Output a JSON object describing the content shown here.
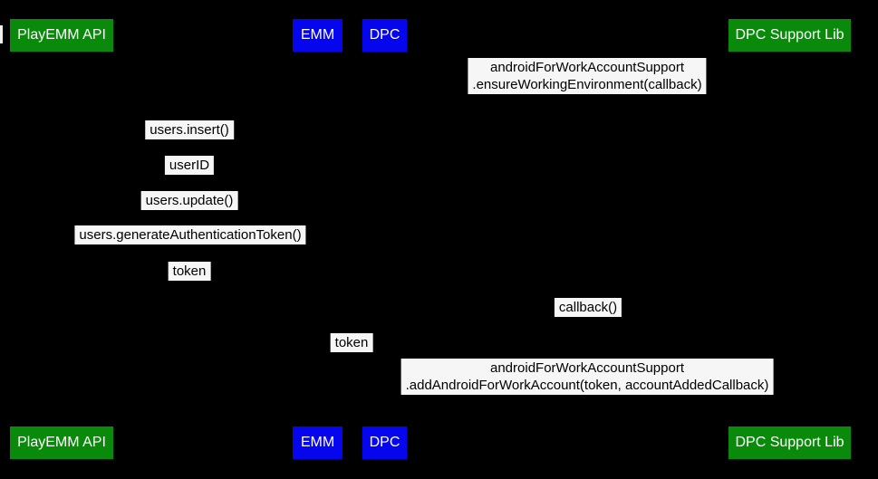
{
  "diagram": {
    "type": "sequence-diagram",
    "background_color": "#000000",
    "actor_green": "#0a8a0a",
    "actor_blue": "#0505ee",
    "message_label_bg": "#f6f6f6",
    "message_text_color": "#000000",
    "actor_text_color": "#ffffff"
  },
  "actors": [
    {
      "id": "playemm-api",
      "label": "PlayEMM API",
      "color": "green"
    },
    {
      "id": "emm",
      "label": "EMM",
      "color": "blue"
    },
    {
      "id": "dpc",
      "label": "DPC",
      "color": "blue"
    },
    {
      "id": "dpc-support-lib",
      "label": "DPC Support Lib",
      "color": "green"
    }
  ],
  "messages": [
    {
      "between": "dpc / dpc-support-lib",
      "lines": [
        "androidForWorkAccountSupport",
        ".ensureWorkingEnvironment(callback)"
      ]
    },
    {
      "between": "emm / playemm-api",
      "lines": [
        "users.insert()"
      ]
    },
    {
      "between": "emm / playemm-api",
      "lines": [
        "userID"
      ]
    },
    {
      "between": "emm / playemm-api",
      "lines": [
        "users.update()"
      ]
    },
    {
      "between": "emm / playemm-api",
      "lines": [
        "users.generateAuthenticationToken()"
      ]
    },
    {
      "between": "emm / playemm-api",
      "lines": [
        "token"
      ]
    },
    {
      "between": "dpc-support-lib / dpc",
      "lines": [
        "callback()"
      ]
    },
    {
      "between": "emm / dpc",
      "lines": [
        "token"
      ]
    },
    {
      "between": "dpc / dpc-support-lib",
      "lines": [
        "androidForWorkAccountSupport",
        ".addAndroidForWorkAccount(token, accountAddedCallback)"
      ]
    }
  ]
}
